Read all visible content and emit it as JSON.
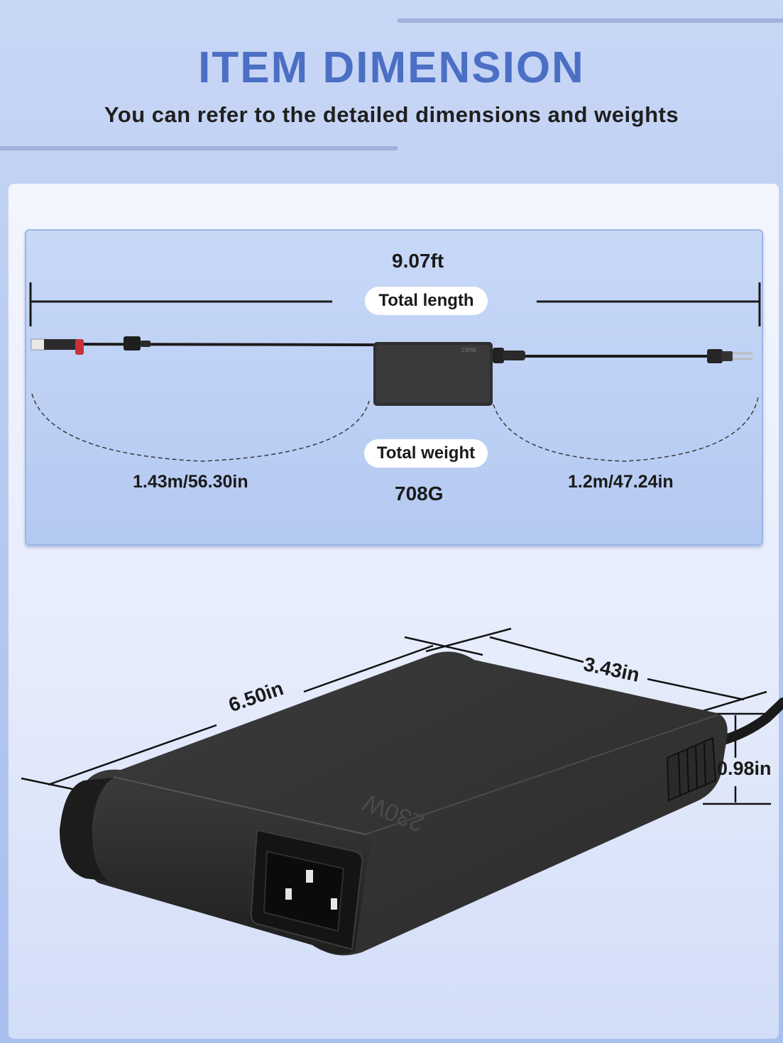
{
  "header": {
    "title": "ITEM DIMENSION",
    "subtitle": "You can refer to the detailed dimensions and weights"
  },
  "overview": {
    "total_length_value": "9.07ft",
    "total_length_label": "Total length",
    "total_weight_label": "Total weight",
    "total_weight_value": "708G",
    "dc_cable_length": "1.43m/56.30in",
    "ac_cable_length": "1.2m/47.24in"
  },
  "adapter": {
    "length": "6.50in",
    "width": "3.43in",
    "height": "0.98in",
    "rating_text": "230W"
  },
  "colors": {
    "title_blue": "#4b6fc4",
    "adapter_body": "#2f2f2f",
    "connector_red": "#c8313a"
  }
}
